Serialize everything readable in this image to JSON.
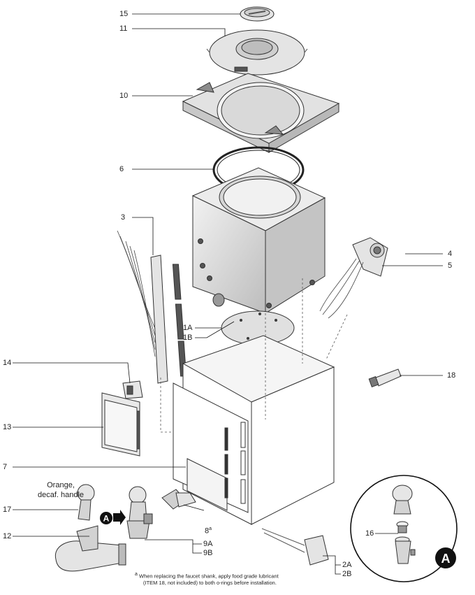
{
  "labels": {
    "l15": "15",
    "l11": "11",
    "l10": "10",
    "l6": "6",
    "l3": "3",
    "l4": "4",
    "l5": "5",
    "l1a": "1A",
    "l1b": "1B",
    "l14": "14",
    "l18": "18",
    "l13": "13",
    "l7": "7",
    "l17": "17",
    "l12": "12",
    "l8": "8",
    "l8sup": "a",
    "l9a": "9A",
    "l9b": "9B",
    "l16": "16",
    "l2a": "2A",
    "l2b": "2B"
  },
  "handle_note_line1": "Orange,",
  "handle_note_line2": "decaf. handle",
  "callout_letter": "A",
  "footnote_marker": "a",
  "footnote_line1": "When replacing the faucet shank, apply food grade lubricant",
  "footnote_line2": "(ITEM 18, not included) to both o-rings before installation."
}
